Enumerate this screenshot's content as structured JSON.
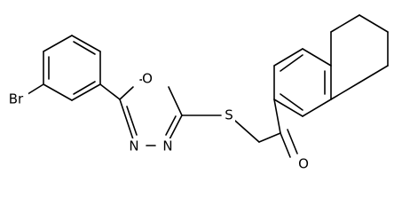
{
  "structure": {
    "atoms": {
      "br": "Br",
      "o_ring": "O",
      "n1": "N",
      "n2": "N",
      "s": "S",
      "o_carbonyl": "O"
    }
  },
  "colors": {
    "background": "#ffffff",
    "bond": "#000000",
    "label": "#000000"
  }
}
